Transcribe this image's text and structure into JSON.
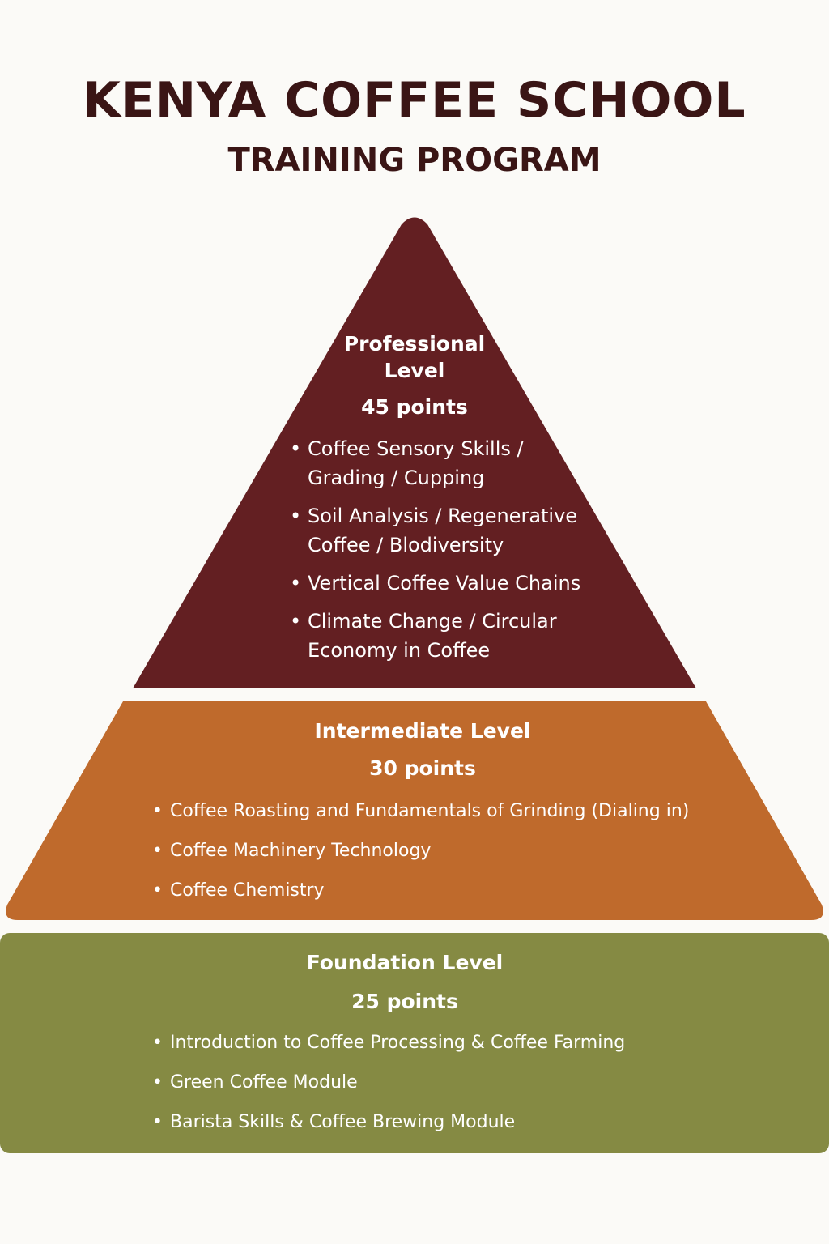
{
  "header": {
    "title": "KENYA COFFEE SCHOOL",
    "subtitle": "TRAINING PROGRAM"
  },
  "colors": {
    "title_text": "#3a1515",
    "professional": "#631f22",
    "intermediate": "#bf6a2c",
    "foundation": "#858a43",
    "background": "#fbfaf7"
  },
  "levels": {
    "professional": {
      "title": "Professional Level",
      "points": "45 points",
      "items": [
        "Coffee Sensory Skills / Grading / Cupping",
        "Soil Analysis / Regenerative Coffee / Blodiversity",
        "Vertical Coffee Value Chains",
        "Climate Change / Circular Economy in Coffee"
      ]
    },
    "intermediate": {
      "title": "Intermediate Level",
      "points": "30 points",
      "items": [
        "Coffee Roasting and Fundamentals of Grinding (Dialing in)",
        "Coffee Machinery Technology",
        "Coffee Chemistry"
      ]
    },
    "foundation": {
      "title": "Foundation Level",
      "points": "25 points",
      "items": [
        "Introduction to Coffee Processing & Coffee Farming",
        "Green Coffee Module",
        "Barista Skills & Coffee Brewing Module"
      ]
    }
  }
}
